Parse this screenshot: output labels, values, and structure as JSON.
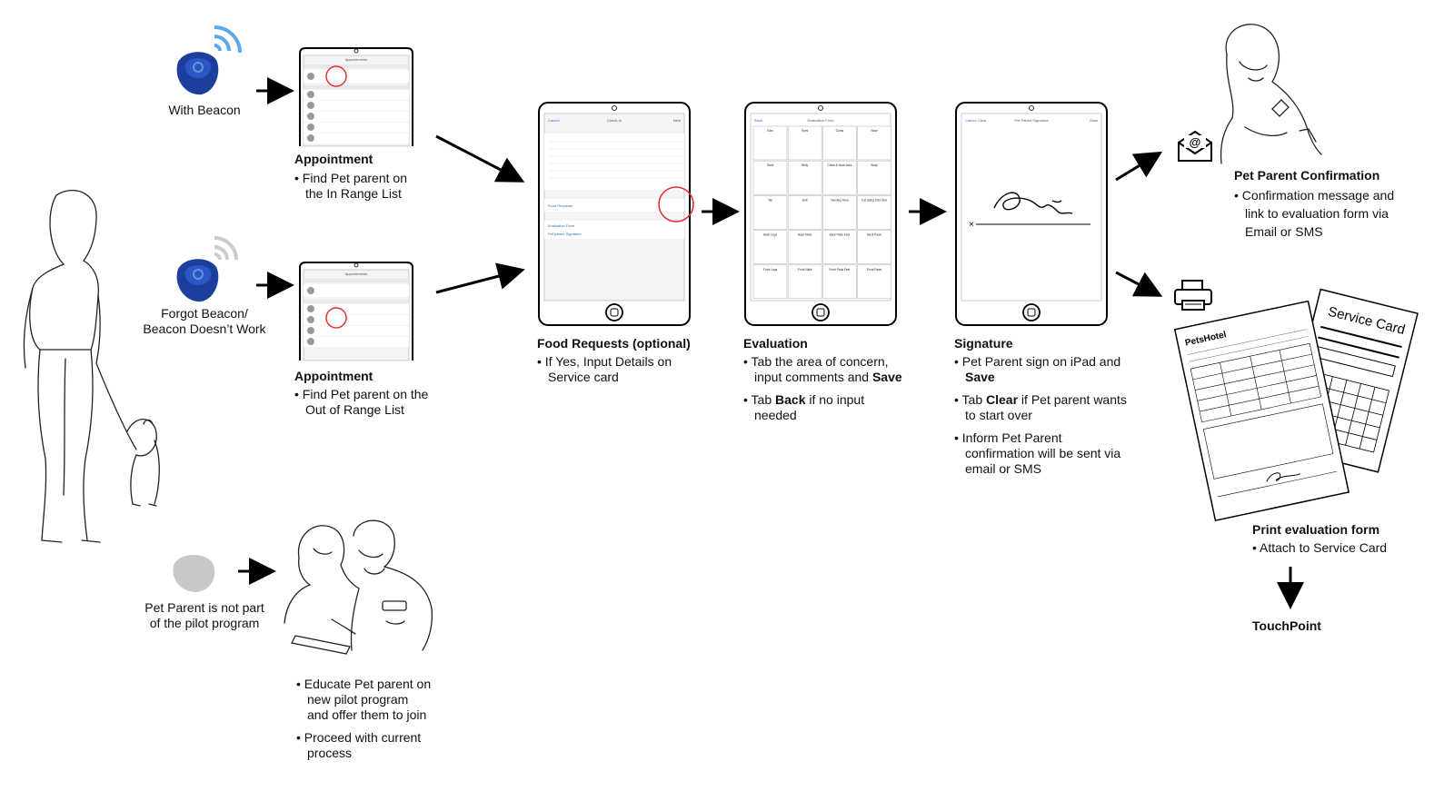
{
  "beacon_with": {
    "label": "With Beacon",
    "color": "#1c3f9e",
    "signal_color": "#5aa9f0"
  },
  "beacon_forgot": {
    "label_line1": "Forgot Beacon/",
    "label_line2": "Beacon Doesn’t Work",
    "signal_color": "#cccccc"
  },
  "beacon_none": {
    "label_line1": "Pet Parent is not part",
    "label_line2": "of the pilot program",
    "color": "#c8c8c8"
  },
  "appointment_in_range": {
    "title": "Appointment",
    "bullets": [
      "Find Pet parent on the In Range List"
    ],
    "screen_title": "Appointments"
  },
  "appointment_out_range": {
    "title": "Appointment",
    "bullets": [
      "Find Pet parent on the Out of Range List"
    ],
    "screen_title": "Appointments"
  },
  "educate": {
    "bullets": [
      "Educate Pet parent on new pilot program and offer them to join",
      "Proceed with current process"
    ]
  },
  "food_requests": {
    "title": "Food Requests (optional)",
    "bullets": [
      "If Yes, Input Details on Service card"
    ],
    "screen_title": "Check-In",
    "nav_left": "Cancel",
    "nav_right": "Next",
    "rows": [
      "Food Requests",
      "Evaluation Form",
      "Pet parent Signature"
    ]
  },
  "evaluation": {
    "title": "Evaluation",
    "bullet1_pre": "Tab the area of concern, input comments and ",
    "bullet1_strong": "Save",
    "bullet2_pre": "Tab ",
    "bullet2_strong": "Back",
    "bullet2_post": " if no input needed",
    "screen_title": "Evaluation Form",
    "nav_left": "Back",
    "grid": [
      "Ears",
      "Eyes",
      "Gums",
      "Nose",
      "Teeth",
      "Belly",
      "Chest & Neck Area",
      "Body",
      "Tail",
      "Butt",
      "Sanitary Area",
      "Cat Using Litter Box",
      "Back Legs",
      "Back Nails",
      "Back Pads Feet",
      "Back Paws",
      "Front Legs",
      "Front Nails",
      "Front Pads Feet",
      "Front Paws"
    ]
  },
  "signature": {
    "title": "Signature",
    "b1_pre": "Pet Parent sign on iPad and ",
    "b1_strong": "Save",
    "b2_pre": "Tab ",
    "b2_strong": "Clear",
    "b2_post": " if Pet parent wants to start over",
    "b3": "Inform Pet Parent confirmation will be sent via email or SMS",
    "screen_title": "Pet Parent Signature",
    "nav_left": "Cancel",
    "nav_mid": "Clear",
    "nav_right": "Save",
    "sign_mark": "×"
  },
  "confirmation": {
    "title": "Pet Parent Confirmation",
    "bullets": [
      "Confirmation message and link to evaluation form via Email or SMS"
    ]
  },
  "print": {
    "title": "Print evaluation form",
    "bullets": [
      "Attach to Service Card"
    ],
    "service_card_label": "Service Card",
    "form_brand": "PetsHotel"
  },
  "touchpoint": {
    "label": "TouchPoint"
  }
}
